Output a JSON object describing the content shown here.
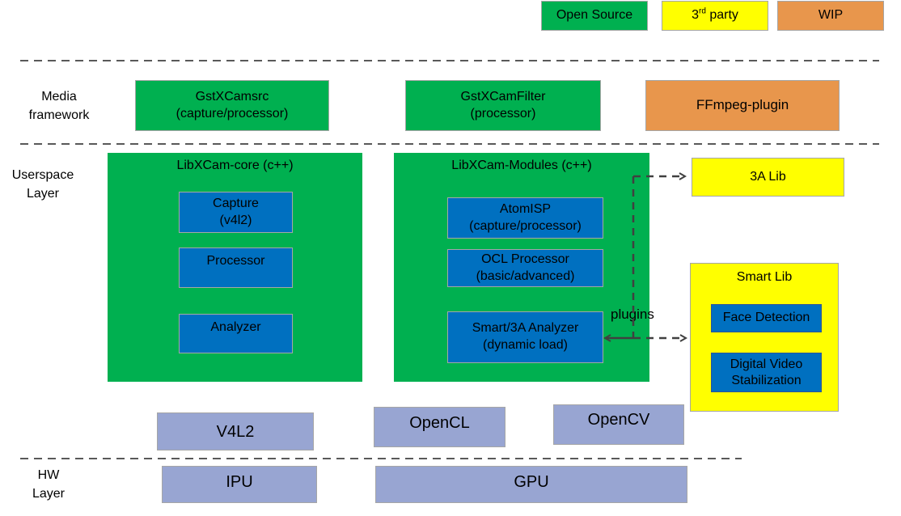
{
  "legend": {
    "open_source": "Open Source",
    "third_party_num": "3",
    "third_party_sup": "rd",
    "third_party_rest": " party",
    "wip": "WIP"
  },
  "layers": {
    "media_line1": "Media",
    "media_line2": "framework",
    "userspace_line1": "Userspace",
    "userspace_line2": "Layer",
    "hw_line1": "HW",
    "hw_line2": "Layer"
  },
  "media": {
    "gstxcamsrc_line1": "GstXCamsrc",
    "gstxcamsrc_line2": "(capture/processor)",
    "gstxcamfilter_line1": "GstXCamFilter",
    "gstxcamfilter_line2": "(processor)",
    "ffmpeg": "FFmpeg-plugin"
  },
  "core": {
    "title": "LibXCam-core (c++)",
    "capture_line1": "Capture",
    "capture_line2": "(v4l2)",
    "processor": "Processor",
    "analyzer": "Analyzer"
  },
  "modules": {
    "title": "LibXCam-Modules (c++)",
    "atomisp_line1": "AtomISP",
    "atomisp_line2": "(capture/processor)",
    "ocl_line1": "OCL Processor",
    "ocl_line2": "(basic/advanced)",
    "smart_line1": "Smart/3A Analyzer",
    "smart_line2": "(dynamic load)",
    "plugins": "plugins"
  },
  "libs": {
    "threea": "3A Lib",
    "smartlib_title": "Smart Lib",
    "face_detection": "Face Detection",
    "dvs_line1": "Digital Video",
    "dvs_line2": "Stabilization"
  },
  "backends": {
    "v4l2": "V4L2",
    "opencl": "OpenCL",
    "opencv": "OpenCV"
  },
  "hw": {
    "ipu": "IPU",
    "gpu": "GPU"
  },
  "colors": {
    "open_source": "#00b050",
    "third_party": "#ffff00",
    "wip": "#e8964c",
    "component": "#0070c0",
    "backend": "#98a5d2"
  }
}
